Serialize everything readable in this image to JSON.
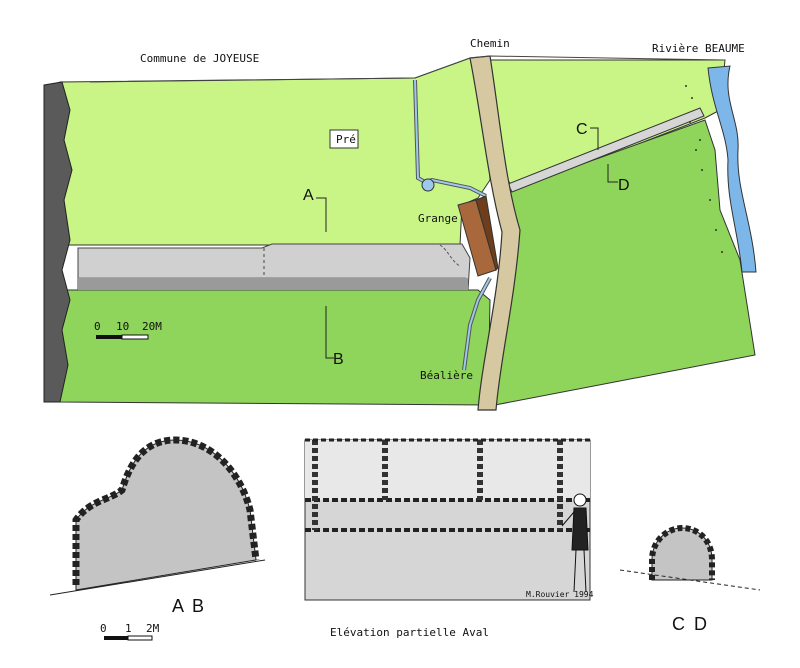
{
  "map": {
    "commune": "Commune de JOYEUSE",
    "chemin": "Chemin",
    "riviere": "Rivière BEAUME",
    "pre": "Pré",
    "grange": "Grange",
    "bealiere": "Béalière",
    "sections": {
      "a": "A",
      "b": "B",
      "c": "C",
      "d": "D"
    },
    "scale": {
      "s0": "0",
      "s1": "10",
      "s2": "20M"
    },
    "colors": {
      "meadow": "#c9f587",
      "field": "#8fd45b",
      "road": "#d6c8a0",
      "river": "#7db7ea",
      "cliff": "#5a5a5a",
      "barn": "#a9683b",
      "channel": "#cfcfcf"
    }
  },
  "sections_row": {
    "ab_label": "A B",
    "cd_label": "C D",
    "elevation_caption": "Elévation partielle Aval",
    "signature": "M.Rouvier 1994",
    "scale": {
      "s0": "0",
      "s1": "1",
      "s2": "2M"
    }
  }
}
